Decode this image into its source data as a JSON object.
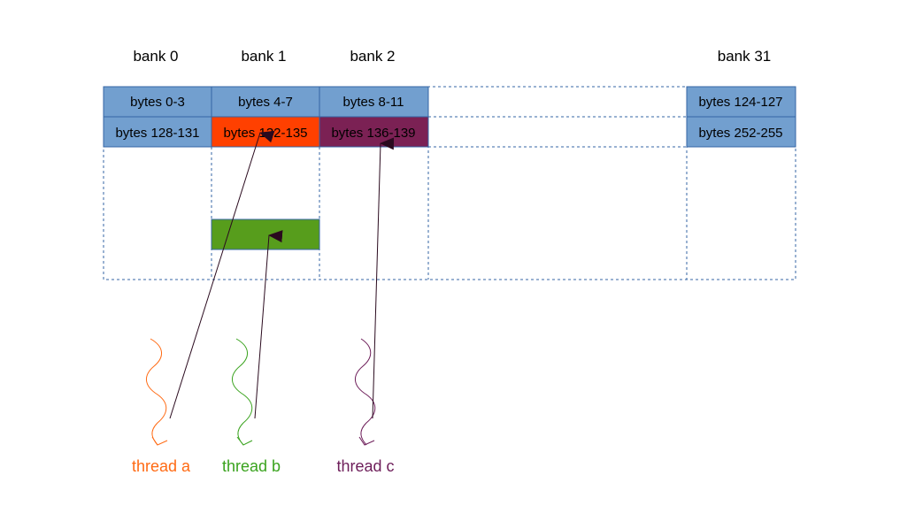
{
  "banks": [
    "bank 0",
    "bank 1",
    "bank 2",
    "bank 31"
  ],
  "rows": [
    [
      "bytes 0-3",
      "bytes 4-7",
      "bytes 8-11",
      "bytes 124-127"
    ],
    [
      "bytes 128-131",
      "bytes 132-135",
      "bytes 136-139",
      "bytes 252-255"
    ]
  ],
  "threads": [
    {
      "label": "thread a",
      "color": "#ff6a13"
    },
    {
      "label": "thread b",
      "color": "#3aa31e"
    },
    {
      "label": "thread c",
      "color": "#6d1d59"
    }
  ],
  "colors": {
    "cell_fill": "#729fcf",
    "cell_border": "#3465a4",
    "grid_dashed": "#3465a4",
    "highlight_a": "#ff4000",
    "highlight_b": "#579d1c",
    "highlight_c": "#7b2154",
    "arrow": "#2a0a1e"
  }
}
